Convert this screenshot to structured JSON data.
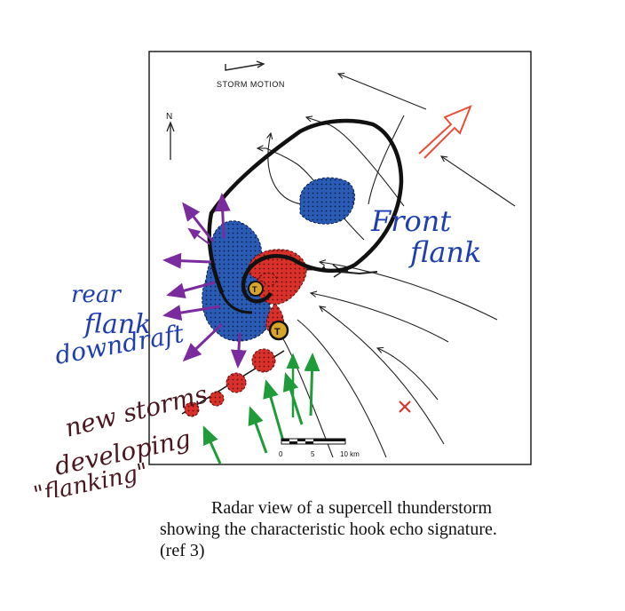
{
  "diagram": {
    "storm_motion_label": "STORM MOTION",
    "north_label": "N",
    "scale_labels": [
      "0",
      "5",
      "10 km"
    ],
    "annotations": {
      "front_flank": [
        "Front",
        "flank"
      ],
      "rear_flank_downdraft": [
        "rear",
        "flank",
        "downdraft"
      ],
      "new_storms": [
        "new storms",
        "developing",
        "\"flanking\""
      ]
    },
    "colors": {
      "updraft_inflow": "#1f9b3a",
      "downdraft_outflow": "#7a2c9e",
      "storm_motion_arrow": "#e8503a",
      "precip_core_blue": "#2a5bb5",
      "new_cells_red": "#d9302a"
    }
  },
  "caption": {
    "line1": "Radar view of a supercell thunderstorm",
    "line2": "showing the characteristic hook echo signature.",
    "line3": "(ref 3)"
  }
}
